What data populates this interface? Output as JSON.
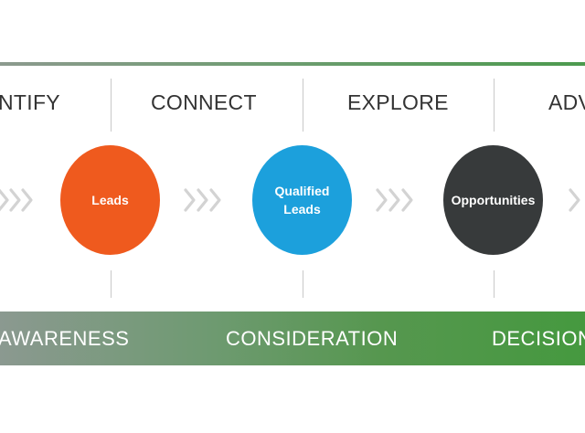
{
  "stages": {
    "identify": "NTIFY",
    "connect": "CONNECT",
    "explore": "EXPLORE",
    "advise": "ADV"
  },
  "nodes": {
    "leads": {
      "label": "Leads",
      "color": "#ef5a1e"
    },
    "qualified": {
      "line1": "Qualified",
      "line2": "Leads",
      "color": "#1ca0dc"
    },
    "opportunities": {
      "label": "Opportunities",
      "color": "#373a3b"
    }
  },
  "phases": {
    "awareness": "AWARENESS",
    "consideration": "CONSIDERATION",
    "decision": "DECISION"
  },
  "colors": {
    "chevron": "#d3d3d3",
    "top_rule": "#5a9a58",
    "text_dark": "#333333"
  }
}
